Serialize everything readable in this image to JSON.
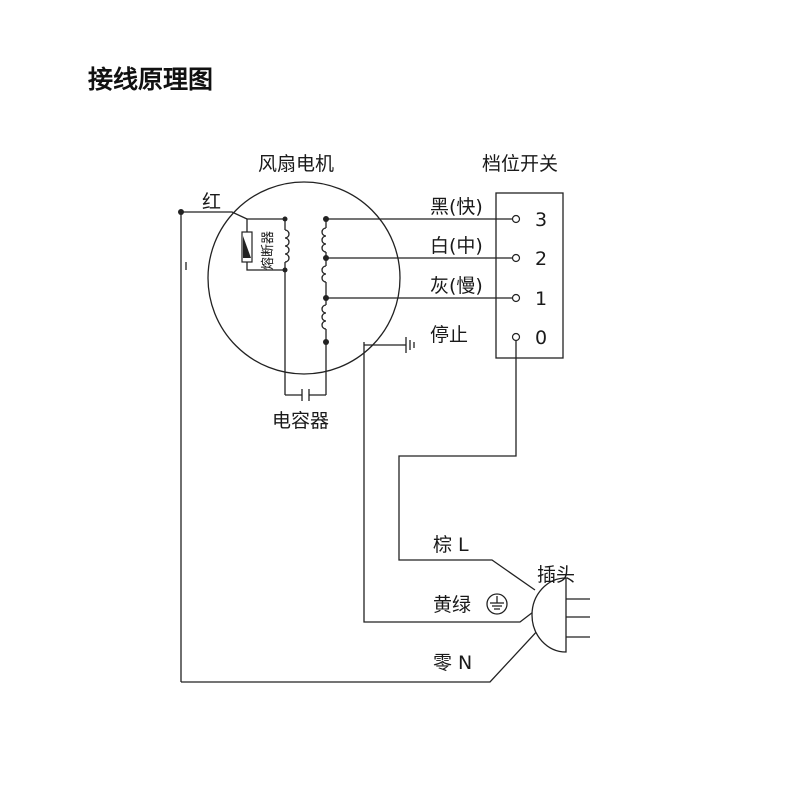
{
  "title": "接线原理图",
  "labels": {
    "motor": "风扇电机",
    "switch": "档位开关",
    "red_wire": "红",
    "fuse": "熔断器",
    "capacitor": "电容器",
    "plug": "插头"
  },
  "switch_positions": [
    {
      "wire": "黑(快)",
      "number": "3"
    },
    {
      "wire": "白(中)",
      "number": "2"
    },
    {
      "wire": "灰(慢)",
      "number": "1"
    },
    {
      "wire": "停止",
      "number": "0"
    }
  ],
  "plug_wires": {
    "live": "棕 L",
    "earth": "黄绿",
    "neutral": "零 N"
  },
  "icons": {
    "ground": "ground-icon",
    "earth_circle": "earth-symbol-icon",
    "fuse": "fuse-icon",
    "capacitor": "capacitor-icon",
    "plug": "plug-icon"
  },
  "colors": {
    "line": "#222222",
    "background": "#ffffff"
  }
}
